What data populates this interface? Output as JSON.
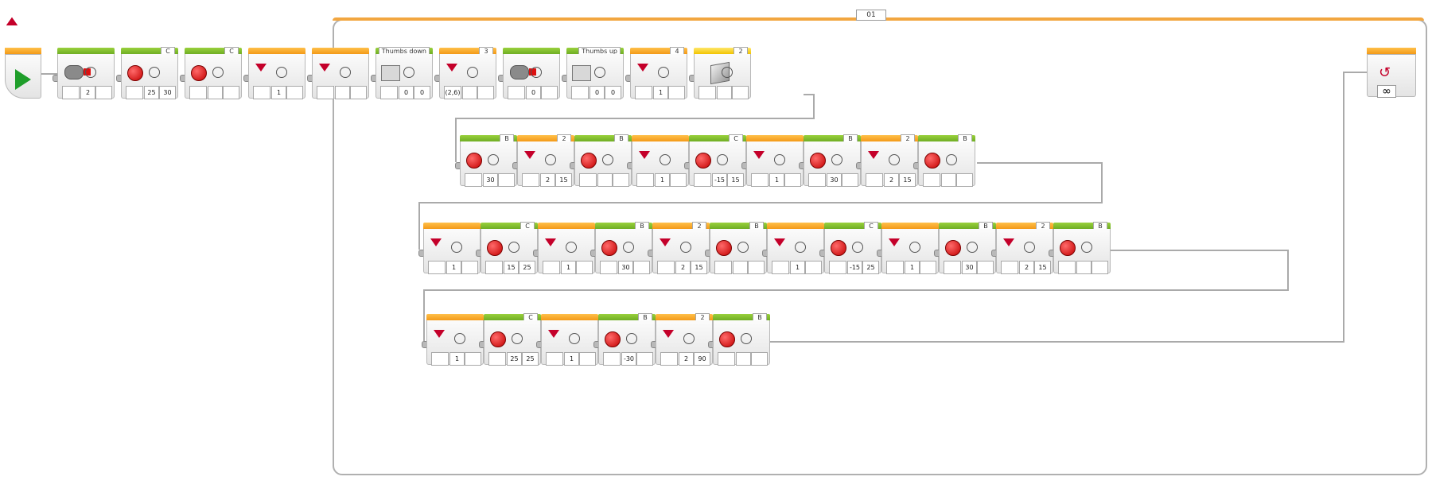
{
  "loop": {
    "label": "01",
    "count_symbol": "∞"
  },
  "row1": [
    {
      "color": "green",
      "port": "",
      "params": [
        "",
        "2",
        ""
      ],
      "kind": "led"
    },
    {
      "color": "green",
      "port": "C",
      "params": [
        "",
        "25",
        "30"
      ],
      "kind": "motor"
    },
    {
      "color": "green",
      "port": "C",
      "params": [
        "",
        "",
        ""
      ],
      "kind": "motor"
    },
    {
      "color": "orange",
      "port": "",
      "params": [
        "",
        "1",
        ""
      ],
      "kind": "timer"
    },
    {
      "color": "orange",
      "port": "",
      "params": [
        "",
        "",
        ""
      ],
      "kind": "timer"
    },
    {
      "color": "green",
      "port": "Thumbs down",
      "params": [
        "",
        "0",
        "0"
      ],
      "kind": "display"
    },
    {
      "color": "orange",
      "port": "3",
      "params": [
        "(2,6)",
        "",
        ""
      ],
      "kind": "sound"
    },
    {
      "color": "green",
      "port": "",
      "params": [
        "",
        "0",
        ""
      ],
      "kind": "led"
    },
    {
      "color": "green",
      "port": "Thumbs up",
      "params": [
        "",
        "0",
        "0"
      ],
      "kind": "display"
    },
    {
      "color": "orange",
      "port": "4",
      "params": [
        "",
        "1",
        ""
      ],
      "kind": "sound"
    },
    {
      "color": "yellow",
      "port": "2",
      "params": [
        "",
        "",
        ""
      ],
      "kind": "cube"
    }
  ],
  "row2": [
    {
      "color": "green",
      "port": "B",
      "params": [
        "",
        "30",
        ""
      ],
      "kind": "motor"
    },
    {
      "color": "orange",
      "port": "2",
      "params": [
        "",
        "2",
        "15"
      ],
      "kind": "sensor"
    },
    {
      "color": "green",
      "port": "B",
      "params": [
        "",
        "",
        ""
      ],
      "kind": "motor"
    },
    {
      "color": "orange",
      "port": "",
      "params": [
        "",
        "1",
        ""
      ],
      "kind": "timer"
    },
    {
      "color": "green",
      "port": "C",
      "params": [
        "",
        "-15",
        "15"
      ],
      "kind": "motor"
    },
    {
      "color": "orange",
      "port": "",
      "params": [
        "",
        "1",
        ""
      ],
      "kind": "timer"
    },
    {
      "color": "green",
      "port": "B",
      "params": [
        "",
        "30",
        ""
      ],
      "kind": "motor"
    },
    {
      "color": "orange",
      "port": "2",
      "params": [
        "",
        "2",
        "15"
      ],
      "kind": "sensor"
    },
    {
      "color": "green",
      "port": "B",
      "params": [
        "",
        "",
        ""
      ],
      "kind": "motor"
    }
  ],
  "row3": [
    {
      "color": "orange",
      "port": "",
      "params": [
        "",
        "1",
        ""
      ],
      "kind": "timer"
    },
    {
      "color": "green",
      "port": "C",
      "params": [
        "",
        "15",
        "25"
      ],
      "kind": "motor"
    },
    {
      "color": "orange",
      "port": "",
      "params": [
        "",
        "1",
        ""
      ],
      "kind": "timer"
    },
    {
      "color": "green",
      "port": "B",
      "params": [
        "",
        "30",
        ""
      ],
      "kind": "motor"
    },
    {
      "color": "orange",
      "port": "2",
      "params": [
        "",
        "2",
        "15"
      ],
      "kind": "sensor"
    },
    {
      "color": "green",
      "port": "B",
      "params": [
        "",
        "",
        ""
      ],
      "kind": "motor"
    },
    {
      "color": "orange",
      "port": "",
      "params": [
        "",
        "1",
        ""
      ],
      "kind": "timer"
    },
    {
      "color": "green",
      "port": "C",
      "params": [
        "",
        "-15",
        "25"
      ],
      "kind": "motor"
    },
    {
      "color": "orange",
      "port": "",
      "params": [
        "",
        "1",
        ""
      ],
      "kind": "timer"
    },
    {
      "color": "green",
      "port": "B",
      "params": [
        "",
        "30",
        ""
      ],
      "kind": "motor"
    },
    {
      "color": "orange",
      "port": "2",
      "params": [
        "",
        "2",
        "15"
      ],
      "kind": "sensor"
    },
    {
      "color": "green",
      "port": "B",
      "params": [
        "",
        "",
        ""
      ],
      "kind": "motor"
    }
  ],
  "row4": [
    {
      "color": "orange",
      "port": "",
      "params": [
        "",
        "1",
        ""
      ],
      "kind": "timer"
    },
    {
      "color": "green",
      "port": "C",
      "params": [
        "",
        "25",
        "25"
      ],
      "kind": "motor"
    },
    {
      "color": "orange",
      "port": "",
      "params": [
        "",
        "1",
        ""
      ],
      "kind": "timer"
    },
    {
      "color": "green",
      "port": "B",
      "params": [
        "",
        "-30",
        ""
      ],
      "kind": "motor"
    },
    {
      "color": "orange",
      "port": "2",
      "params": [
        "",
        "2",
        "90"
      ],
      "kind": "sensor"
    },
    {
      "color": "green",
      "port": "B",
      "params": [
        "",
        "",
        ""
      ],
      "kind": "motor"
    }
  ]
}
